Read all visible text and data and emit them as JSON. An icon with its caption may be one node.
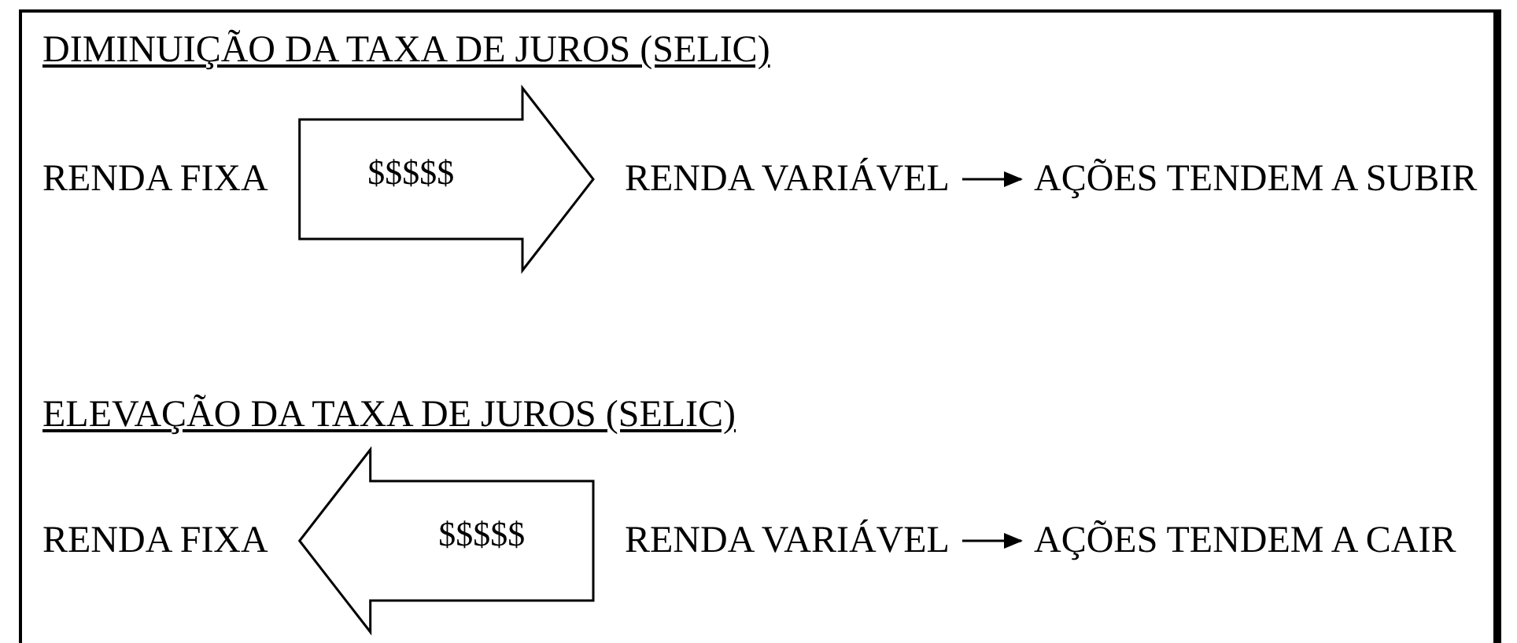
{
  "diagram": {
    "nodes": [
      {
        "text": [
          "RENDA FIXA"
        ]
      },
      {
        "text": [
          "RENDA VARIÁVEL"
        ]
      },
      {
        "text": [
          "AÇÕES TENDEM A SUBIR"
        ]
      },
      {
        "text": [
          "RENDA FIXA"
        ]
      },
      {
        "text": [
          "RENDA VARIÁVEL"
        ]
      },
      {
        "text": [
          "AÇÕES TENDEM A CAIR"
        ]
      }
    ],
    "edges": [
      {
        "from": 0,
        "to": 1,
        "arrow": "to",
        "label": "$$$$$",
        "style": "thick"
      },
      {
        "from": 1,
        "to": 2,
        "arrow": "to"
      },
      {
        "from": 4,
        "to": 3,
        "arrow": "to",
        "label": "$$$$$",
        "style": "thick"
      },
      {
        "from": 4,
        "to": 5,
        "arrow": "to"
      }
    ],
    "labels": [
      "DIMINUIÇÃO DA TAXA DE JUROS (SELIC)",
      "ELEVAÇÃO DA TAXA DE JUROS (SELIC)"
    ]
  }
}
